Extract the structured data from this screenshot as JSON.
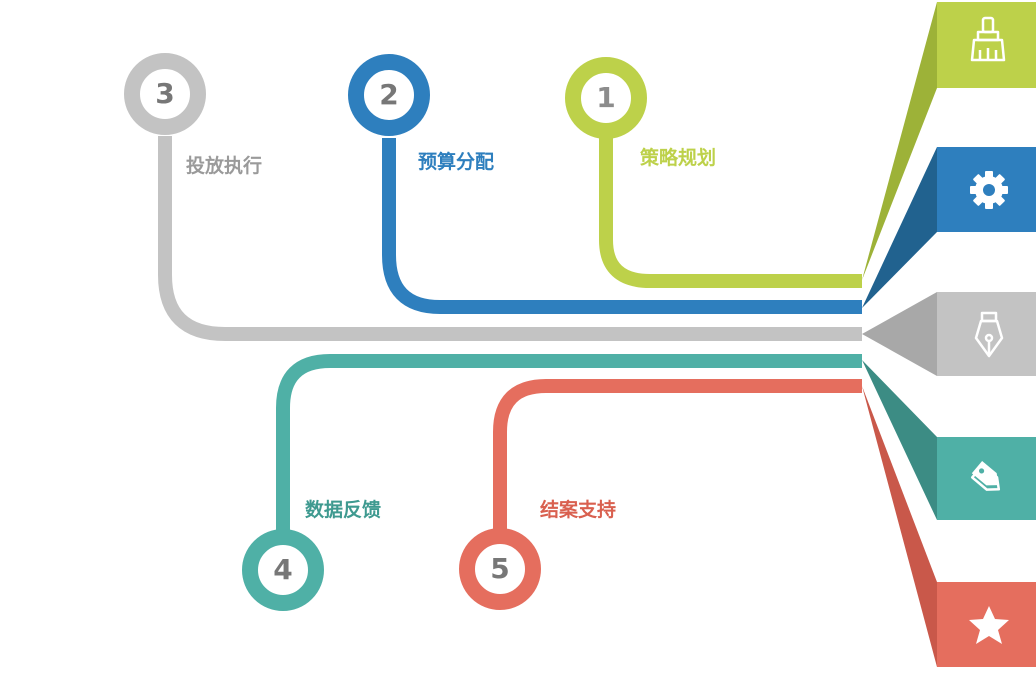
{
  "colors": {
    "green": "#bdd14a",
    "blue": "#2e7fbe",
    "gray": "#c3c3c3",
    "teal": "#4fb0a6",
    "red": "#e56e5e"
  },
  "steps": [
    {
      "number": "1",
      "label": "策略规划",
      "color": "#bdd14a"
    },
    {
      "number": "2",
      "label": "预算分配",
      "color": "#2e7fbe"
    },
    {
      "number": "3",
      "label": "投放执行",
      "color": "#9a9a9a"
    },
    {
      "number": "4",
      "label": "数据反馈",
      "color": "#3f9a90"
    },
    {
      "number": "5",
      "label": "结案支持",
      "color": "#d9604f"
    }
  ],
  "tabs": [
    {
      "icon": "brush-icon",
      "color": "#bdd14a"
    },
    {
      "icon": "gear-icon",
      "color": "#2e7fbe"
    },
    {
      "icon": "pen-nib-icon",
      "color": "#c3c3c3"
    },
    {
      "icon": "tag-icon",
      "color": "#4fb0a6"
    },
    {
      "icon": "star-icon",
      "color": "#e56e5e"
    }
  ]
}
